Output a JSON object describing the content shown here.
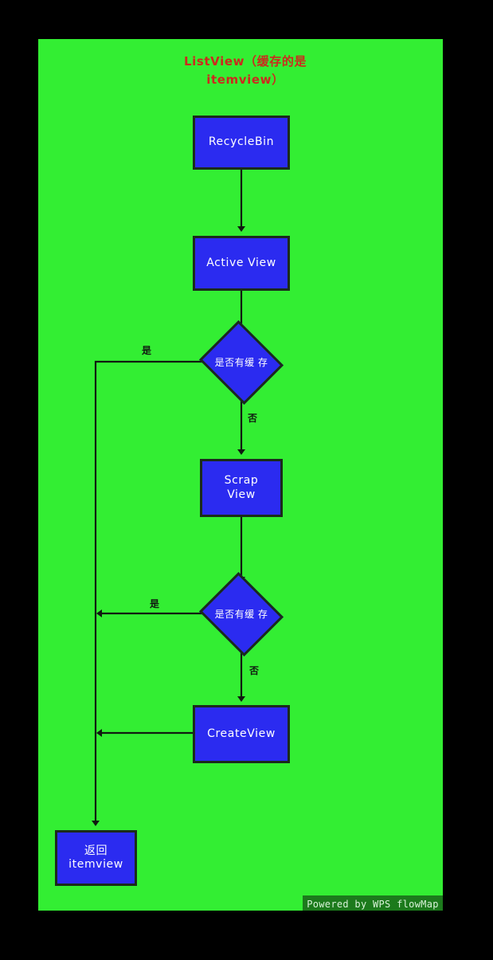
{
  "diagram": {
    "title": "ListView（缓存的是\nitemview）",
    "title_color": "#cc2a1e",
    "canvas_color": "#33ee33",
    "node_fill": "#2b2bf0",
    "node_border": "#1b2b1b",
    "node_text_color": "#ffffff",
    "nodes": [
      {
        "id": "recycle-bin",
        "label": "RecycleBin",
        "shape": "rect"
      },
      {
        "id": "active-view",
        "label": "Active View",
        "shape": "rect"
      },
      {
        "id": "decision-1",
        "label": "是否有缓\n存",
        "shape": "diamond"
      },
      {
        "id": "scrap-view",
        "label": "Scrap\nView",
        "shape": "rect"
      },
      {
        "id": "decision-2",
        "label": "是否有缓\n存",
        "shape": "diamond"
      },
      {
        "id": "create-view",
        "label": "CreateView",
        "shape": "rect"
      },
      {
        "id": "return-itemview",
        "label": "返回\nitemview",
        "shape": "rect"
      }
    ],
    "edge_labels": [
      {
        "id": "yes-1",
        "label": "是"
      },
      {
        "id": "no-1",
        "label": "否"
      },
      {
        "id": "yes-2",
        "label": "是"
      },
      {
        "id": "no-2",
        "label": "否"
      }
    ]
  },
  "watermark": {
    "text": "Powered by WPS flowMap",
    "bg": "#1c7a1c",
    "color": "#d7f2d7"
  }
}
